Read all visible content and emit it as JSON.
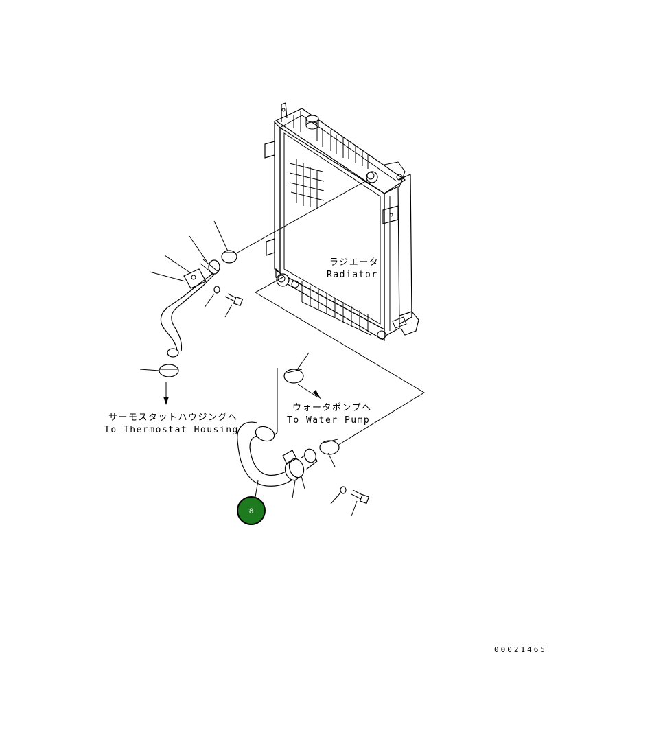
{
  "labels": {
    "radiator_jp": "ラジエータ",
    "radiator_en": "Radiator",
    "thermostat_jp": "サーモスタットハウジングへ",
    "thermostat_en": "To Thermostat Housing",
    "pump_jp": "ウォータポンプへ",
    "pump_en": "To Water Pump"
  },
  "callout": {
    "number": "8",
    "color": "#1e7a1e"
  },
  "document_number": "00021465"
}
